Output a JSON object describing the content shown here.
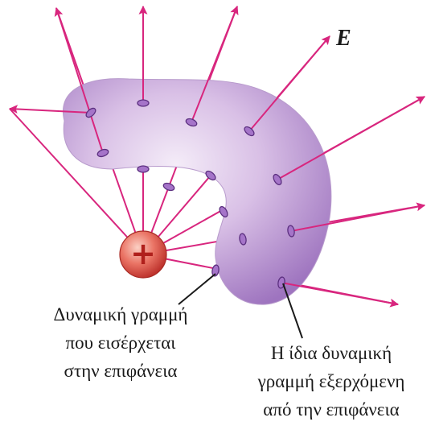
{
  "field_label": "E",
  "entering_label": {
    "lines": [
      "Δυναμική γραμμή",
      "που εισέρχεται",
      "στην επιφάνεια"
    ]
  },
  "exiting_label": {
    "lines": [
      "Η ίδια δυναμική",
      "γραμμή εξερχόμενη",
      "από την επιφάνεια"
    ]
  },
  "charge_symbol": "+",
  "colors": {
    "field_line": "#d8267e",
    "surface_light": "#efe3f4",
    "surface_mid": "#c9a9dc",
    "surface_dark": "#9c70bd",
    "hole_fill": "#a574c9",
    "hole_stroke": "#5b2f7f",
    "charge_center": "#f7a99a",
    "charge_edge": "#c6362f",
    "charge_symbol": "#b0201c"
  }
}
